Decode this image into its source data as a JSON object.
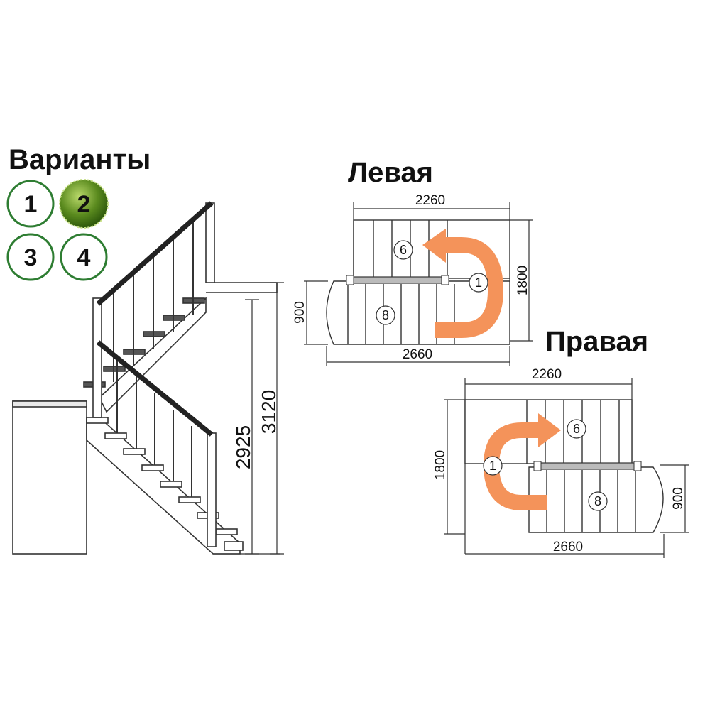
{
  "variants": {
    "title": "Варианты",
    "options": [
      "1",
      "2",
      "3",
      "4"
    ],
    "selected": "2",
    "selected_color": "#5a8a1e",
    "ring_color": "#2e7d32"
  },
  "elevation": {
    "dim_inner": "2925",
    "dim_outer": "3120"
  },
  "left_plan": {
    "title": "Левая",
    "dim_top": "2260",
    "dim_bottom": "2660",
    "dim_right": "1800",
    "dim_left": "900",
    "steps_upper": "6",
    "steps_turn": "1",
    "steps_lower": "8"
  },
  "right_plan": {
    "title": "Правая",
    "dim_top": "2260",
    "dim_bottom": "2660",
    "dim_left": "1800",
    "dim_right": "900",
    "steps_upper": "6",
    "steps_turn": "1",
    "steps_lower": "8"
  },
  "colors": {
    "arrow": "#f4935a",
    "line": "#333333",
    "rail": "#222222"
  }
}
